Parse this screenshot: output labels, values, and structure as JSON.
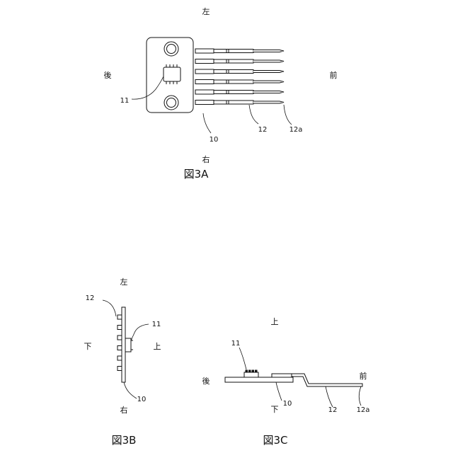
{
  "fig3a": {
    "caption": "図3A",
    "dir_top": "左",
    "dir_bottom": "右",
    "dir_left": "後",
    "dir_right": "前",
    "ref_11": "11",
    "ref_10": "10",
    "ref_12": "12",
    "ref_12a": "12a"
  },
  "fig3b": {
    "caption": "図3B",
    "dir_top": "左",
    "dir_bottom": "右",
    "dir_left": "下",
    "dir_right": "上",
    "ref_12": "12",
    "ref_11": "11",
    "ref_10": "10"
  },
  "fig3c": {
    "caption": "図3C",
    "dir_top": "上",
    "dir_bottom": "下",
    "dir_left": "後",
    "dir_right": "前",
    "ref_11": "11",
    "ref_10": "10",
    "ref_12": "12",
    "ref_12a": "12a"
  }
}
